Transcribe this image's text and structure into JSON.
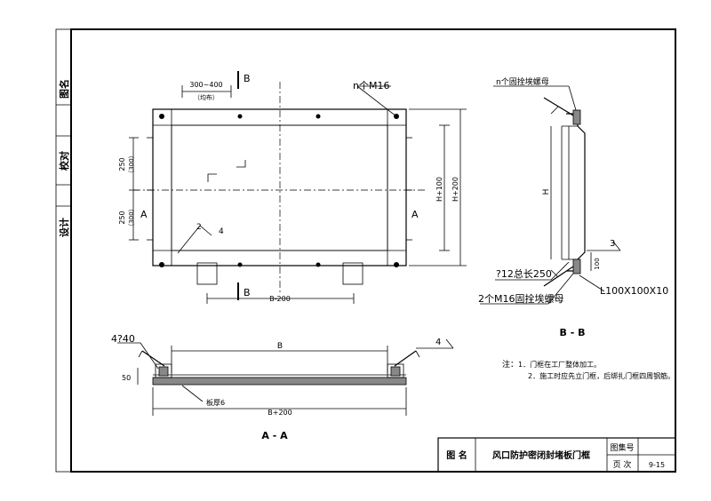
{
  "sidebar": {
    "label_tuming": "图名",
    "label_jiaodui": "校对",
    "label_sheji": "设计"
  },
  "plan_view": {
    "top_dim": "300~400",
    "top_dim_note": "（均布）",
    "section_b": "B",
    "section_a": "A",
    "bolt_label": "n个M16",
    "left_dim_1": "250",
    "left_dim_1b": "（300）",
    "left_dim_2": "250",
    "left_dim_2b": "（300）",
    "right_dim_inner": "H+100",
    "right_dim_outer": "H+200",
    "bottom_dim": "B-200",
    "leader_2": "2",
    "leader_4": "4"
  },
  "section_bb": {
    "bolt_nut_label": "n个固拴埃螺母",
    "dim_h": "H",
    "ref_3": "3",
    "rebar_label": "?12总长250",
    "bolt_bottom": "2个M16固拴埃螺母",
    "dim_100": "100",
    "angle_label": "L100X100X10",
    "title": "B - B"
  },
  "section_aa": {
    "label_4_40": "4?40",
    "ref_4": "4",
    "dim_b": "B",
    "dim_50": "50",
    "plate_label": "板厚6",
    "dim_b200": "B+200",
    "title": "A - A"
  },
  "notes": {
    "heading": "注：",
    "line1": "1．门框在工厂整体加工。",
    "line2": "2．施工时应先立门框，后绑扎门框四周钢筋。"
  },
  "title_block": {
    "label_name": "图  名",
    "drawing_name": "风口防护密闭封堵板门框",
    "label_atlas_no": "图集号",
    "label_page": "页  次",
    "page_no": "9-15"
  }
}
